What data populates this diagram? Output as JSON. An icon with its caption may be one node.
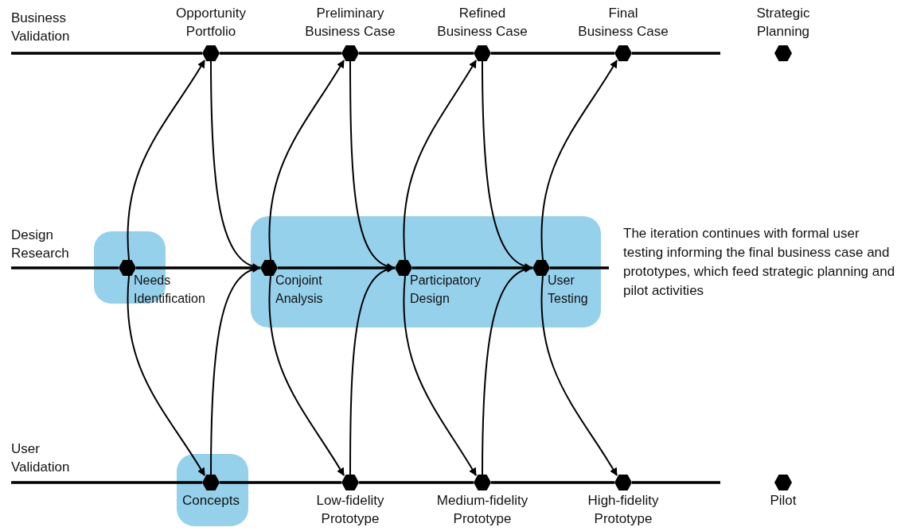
{
  "diagram": {
    "nodes": [
      {
        "text": [
          "Opportunity Portfolio"
        ]
      },
      {
        "text": [
          "Preliminary Business Case"
        ]
      },
      {
        "text": [
          "Refined Business Case"
        ]
      },
      {
        "text": [
          "Final Business Case"
        ]
      },
      {
        "text": [
          "Strategic Planning"
        ]
      },
      {
        "text": [],
        "shape": "box"
      },
      {
        "text": [
          "Needs Identification"
        ],
        "in": 5
      },
      {
        "text": [],
        "shape": "box"
      },
      {
        "text": [
          "Conjoint Analysis"
        ],
        "in": 7
      },
      {
        "text": [
          "Participatory Design"
        ],
        "in": 7
      },
      {
        "text": [
          "User Testing"
        ],
        "in": 7
      },
      {
        "text": [],
        "shape": "box"
      },
      {
        "text": [
          "Concepts"
        ],
        "in": 11
      },
      {
        "text": [
          "Low-fidelity Prototype"
        ]
      },
      {
        "text": [
          "Medium-fidelity Prototype"
        ]
      },
      {
        "text": [
          "High-fidelity Prototype"
        ]
      },
      {
        "text": [
          "Pilot"
        ]
      }
    ],
    "edges": [
      {
        "from": null,
        "to": 0,
        "arrow": "none"
      },
      {
        "from": null,
        "to": 6,
        "arrow": "none"
      },
      {
        "from": null,
        "to": 12,
        "arrow": "none"
      },
      {
        "from": 3,
        "to": null,
        "arrow": "none"
      },
      {
        "from": 10,
        "to": null,
        "arrow": "none"
      },
      {
        "from": 15,
        "to": null,
        "arrow": "none"
      },
      {
        "from": 0,
        "to": 1,
        "arrow": "none"
      },
      {
        "from": 1,
        "to": 2,
        "arrow": "none"
      },
      {
        "from": 2,
        "to": 3,
        "arrow": "none"
      },
      {
        "from": 6,
        "to": 8,
        "arrow": "none"
      },
      {
        "from": 8,
        "to": 9,
        "arrow": "none"
      },
      {
        "from": 9,
        "to": 10,
        "arrow": "none"
      },
      {
        "from": 12,
        "to": 13,
        "arrow": "none"
      },
      {
        "from": 13,
        "to": 14,
        "arrow": "none"
      },
      {
        "from": 14,
        "to": 15,
        "arrow": "none"
      },
      {
        "from": 6,
        "to": 0,
        "arrow": "to"
      },
      {
        "from": 6,
        "to": 12,
        "arrow": "to"
      },
      {
        "from": 0,
        "to": 8,
        "arrow": "to"
      },
      {
        "from": 12,
        "to": 8,
        "arrow": "to"
      },
      {
        "from": 8,
        "to": 1,
        "arrow": "to"
      },
      {
        "from": 8,
        "to": 13,
        "arrow": "to"
      },
      {
        "from": 1,
        "to": 9,
        "arrow": "to"
      },
      {
        "from": 13,
        "to": 9,
        "arrow": "to"
      },
      {
        "from": 9,
        "to": 2,
        "arrow": "to"
      },
      {
        "from": 9,
        "to": 14,
        "arrow": "to"
      },
      {
        "from": 2,
        "to": 10,
        "arrow": "to"
      },
      {
        "from": 14,
        "to": 10,
        "arrow": "to"
      },
      {
        "from": 10,
        "to": 3,
        "arrow": "to"
      },
      {
        "from": 10,
        "to": 15,
        "arrow": "to"
      }
    ],
    "labels": [
      "Business Validation",
      "Design Research",
      "User Validation",
      "The iteration continues with formal user testing informing the final business case and prototypes, which feed strategic planning and pilot activities"
    ]
  }
}
